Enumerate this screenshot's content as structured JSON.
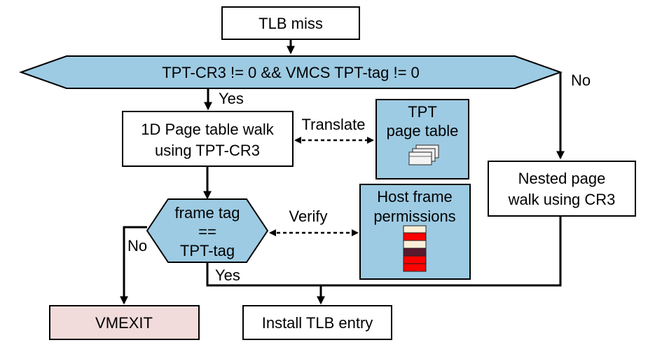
{
  "colors": {
    "decision_fill": "#9dcbe3",
    "table_fill": "#9dcbe3",
    "vmexit_fill": "#f2dcdb",
    "box_fill": "#ffffff",
    "perm_light": "#fcf1d8",
    "perm_red": "#ff0000",
    "perm_dark": "#5a1a2e"
  },
  "nodes": {
    "start": "TLB miss",
    "decision1": "TPT-CR3 != 0 && VMCS TPT-tag != 0",
    "walk1d": {
      "line1": "1D Page table walk",
      "line2": "using TPT-CR3"
    },
    "tpt_table": {
      "line1": "TPT",
      "line2": "page table"
    },
    "decision2": {
      "line1": "frame tag",
      "line2": "==",
      "line3": "TPT-tag"
    },
    "host_perm": {
      "line1": "Host frame",
      "line2": "permissions"
    },
    "nested": {
      "line1": "Nested page",
      "line2": "walk using CR3"
    },
    "vmexit": "VMEXIT",
    "install": "Install TLB entry"
  },
  "edges": {
    "yes1": "Yes",
    "no1": "No",
    "translate": "Translate",
    "verify": "Verify",
    "no2": "No",
    "yes2": "Yes"
  },
  "icons": {
    "page_stack": "page-stack-icon",
    "permission_bars": "permission-bars-icon"
  }
}
